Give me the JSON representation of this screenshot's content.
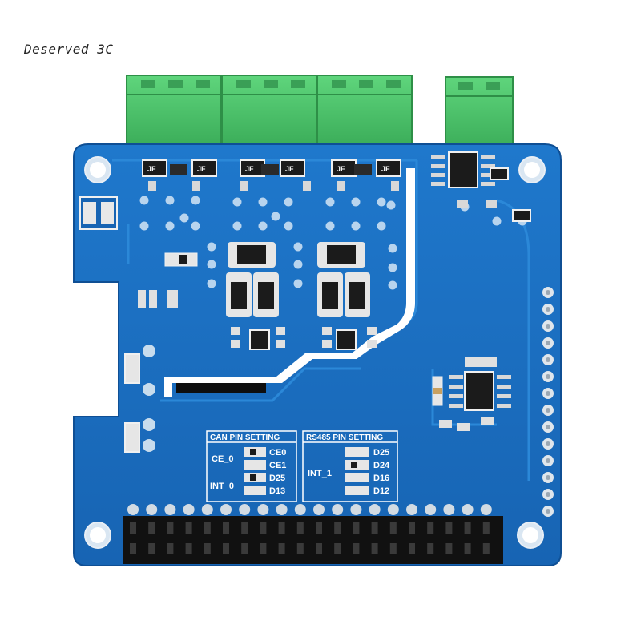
{
  "watermark": {
    "text": "Deserved 3C"
  },
  "colors": {
    "pcb": "#1a6fc0",
    "pcb_trace": "#2a86d6",
    "terminal": "#4cc66a",
    "terminal_dark": "#2e8f47",
    "silkscreen": "#ffffff",
    "chip": "#1b1b1b",
    "pad": "#d8d8d8"
  },
  "can_pin_setting": {
    "title": "CAN PIN SETTING",
    "left_labels": [
      "CE_0",
      "INT_0"
    ],
    "pins": [
      "CE0",
      "CE1",
      "D25",
      "D13"
    ]
  },
  "rs485_pin_setting": {
    "title": "RS485 PIN SETTING",
    "left_labels": [
      "INT_1"
    ],
    "pins": [
      "D25",
      "D24",
      "D16",
      "D12"
    ]
  },
  "chip_markings": [
    "JF",
    "JF",
    "JF",
    "JF",
    "JF",
    "JF"
  ]
}
